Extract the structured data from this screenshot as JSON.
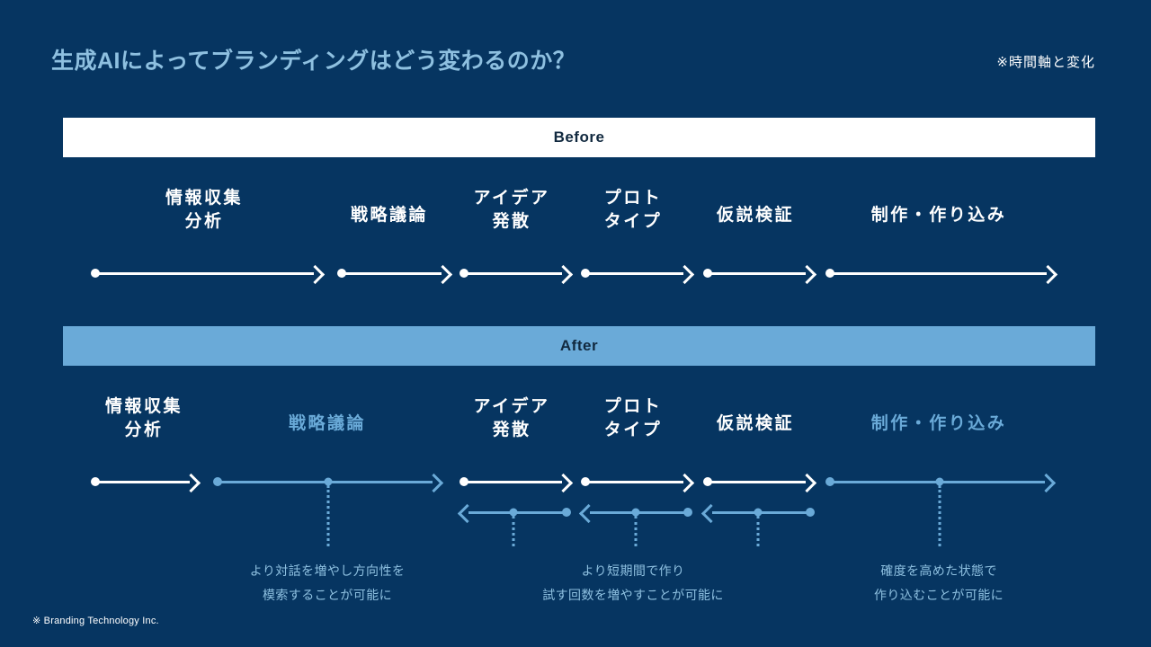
{
  "header": {
    "title": "生成AIによってブランディングはどう変わるのか？",
    "note": "※時間軸と変化"
  },
  "banners": {
    "before": "Before",
    "after": "After"
  },
  "colors": {
    "background": "#063561",
    "accent_blue": "#6aaad8",
    "title_blue": "#8ec0e0",
    "white": "#ffffff",
    "banner_text": "#11293f"
  },
  "before": {
    "stages": [
      {
        "line1": "情報収集",
        "line2": "分析",
        "dim": false
      },
      {
        "line1": "戦略議論",
        "line2": "",
        "dim": false
      },
      {
        "line1": "アイデア",
        "line2": "発散",
        "dim": false
      },
      {
        "line1": "プロト",
        "line2": "タイプ",
        "dim": false
      },
      {
        "line1": "仮説検証",
        "line2": "",
        "dim": false
      },
      {
        "line1": "制作・作り込み",
        "line2": "",
        "dim": false
      }
    ]
  },
  "after": {
    "stages": [
      {
        "line1": "情報収集",
        "line2": "分析",
        "dim": false
      },
      {
        "line1": "戦略議論",
        "line2": "",
        "dim": true
      },
      {
        "line1": "アイデア",
        "line2": "発散",
        "dim": false
      },
      {
        "line1": "プロト",
        "line2": "タイプ",
        "dim": false
      },
      {
        "line1": "仮説検証",
        "line2": "",
        "dim": false
      },
      {
        "line1": "制作・作り込み",
        "line2": "",
        "dim": true
      }
    ],
    "captions": [
      {
        "line1": "より対話を増やし方向性を",
        "line2": "模索することが可能に"
      },
      {
        "line1": "より短期間で作り",
        "line2": "試す回数を増やすことが可能に"
      },
      {
        "line1": "確度を高めた状態で",
        "line2": "作り込むことが可能に"
      }
    ]
  },
  "footer": "※ Branding Technology Inc."
}
